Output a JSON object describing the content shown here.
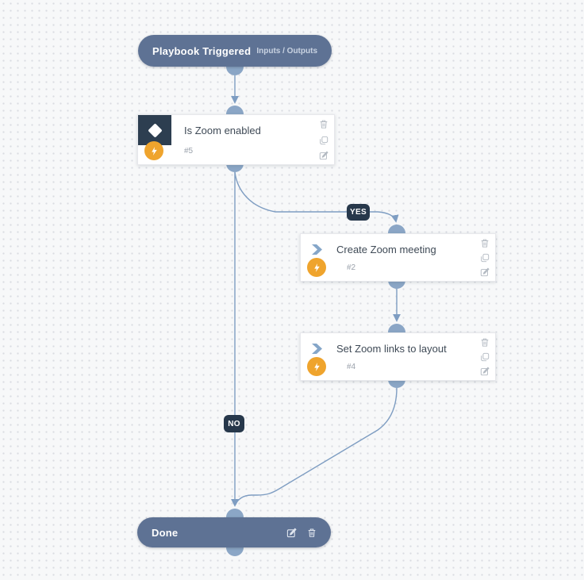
{
  "canvas": {
    "background": "#f7f8f9",
    "dot_color": "#d9dbe2",
    "edge_color": "#7e9dc2",
    "connector_color": "#8ba6c6"
  },
  "colors": {
    "node_fill": "#5e7294",
    "dark_badge": "#27384b",
    "condition_block": "#2d3e50",
    "accent_orange": "#efa42d",
    "action_icon_gray": "#b3bac2",
    "chevron_blue": "#85a6c9"
  },
  "trigger": {
    "title": "Playbook Triggered",
    "io_label": "Inputs / Outputs"
  },
  "condition": {
    "title": "Is Zoom enabled",
    "task_id": "#5",
    "type_icon": "condition-diamond-icon",
    "badge_icon": "lightning-icon",
    "actions": [
      "delete",
      "copy",
      "edit"
    ]
  },
  "task_create": {
    "title": "Create Zoom meeting",
    "task_id": "#2",
    "type_icon": "chevron-task-icon",
    "badge_icon": "lightning-icon",
    "actions": [
      "delete",
      "copy",
      "edit"
    ]
  },
  "task_set": {
    "title": "Set Zoom links to layout",
    "task_id": "#4",
    "type_icon": "chevron-task-icon",
    "badge_icon": "lightning-icon",
    "actions": [
      "delete",
      "copy",
      "edit"
    ]
  },
  "done": {
    "title": "Done",
    "actions": [
      "edit",
      "delete"
    ]
  },
  "branches": {
    "yes_label": "YES",
    "no_label": "NO"
  }
}
